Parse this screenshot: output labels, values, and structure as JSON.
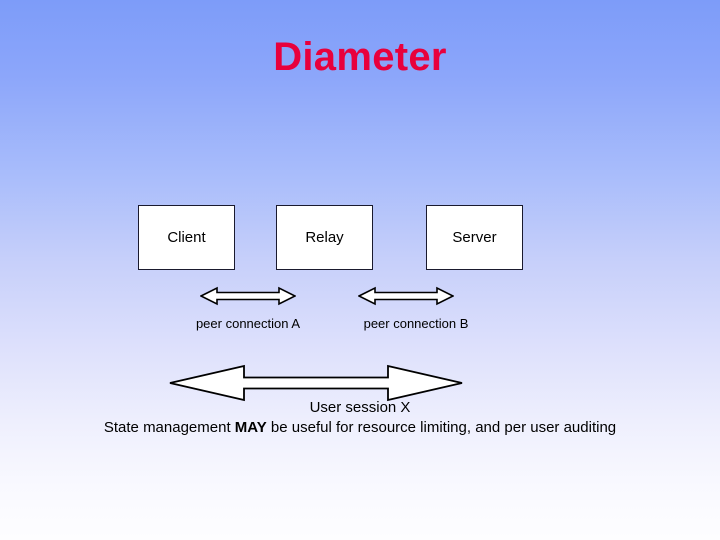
{
  "slide": {
    "title": "Diameter",
    "title_color": "#e8003c",
    "background": {
      "type": "vertical-gradient",
      "top_color": "#7d9cf9",
      "bottom_color": "#fdfdff"
    }
  },
  "diagram": {
    "nodes": [
      {
        "id": "client",
        "label": "Client"
      },
      {
        "id": "relay",
        "label": "Relay"
      },
      {
        "id": "server",
        "label": "Server"
      }
    ],
    "connections": [
      {
        "id": "peer-a",
        "label": "peer connection A",
        "from": "client",
        "to": "relay",
        "arrow": "double-headed"
      },
      {
        "id": "peer-b",
        "label": "peer connection B",
        "from": "relay",
        "to": "server",
        "arrow": "double-headed"
      },
      {
        "id": "session-x",
        "label": "User session X",
        "from": "client",
        "to": "server",
        "arrow": "double-headed-large"
      }
    ],
    "shape_fill": "#ffffff",
    "shape_stroke": "#1a1a2e"
  },
  "captions": {
    "session": "User session X",
    "state_prefix": "State management ",
    "state_emphasis": "MAY",
    "state_suffix": " be useful for resource limiting, and per user auditing"
  }
}
